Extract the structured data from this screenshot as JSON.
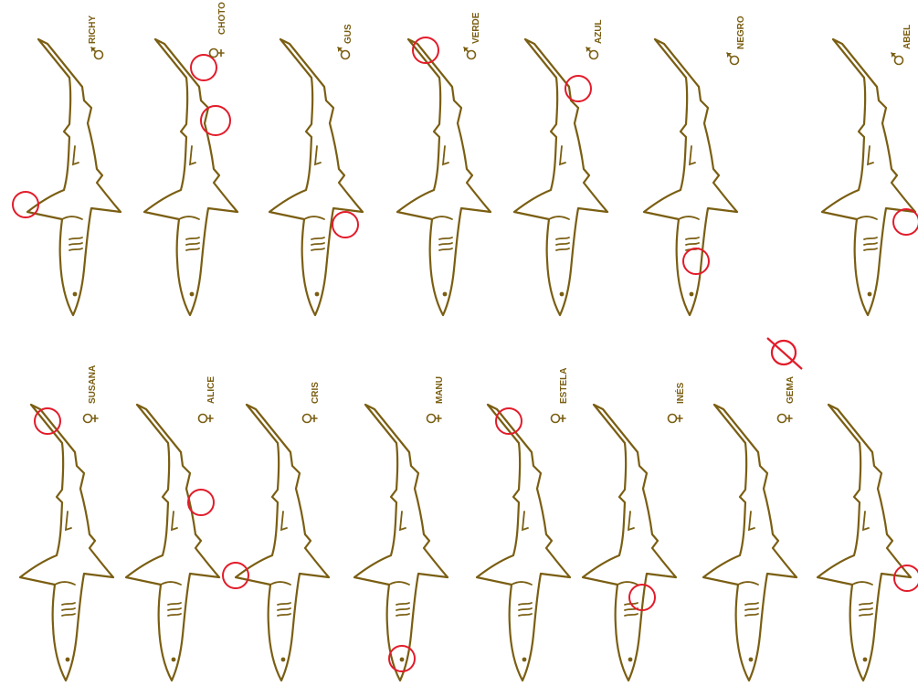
{
  "colors": {
    "outline": "#7a5e12",
    "marker": "#e21b2a",
    "background": "#ffffff"
  },
  "males": [
    {
      "name": "RICHY",
      "sex": "male"
    },
    {
      "name": "CHOTO",
      "sex": "female"
    },
    {
      "name": "GUS",
      "sex": "male"
    },
    {
      "name": "VERDE",
      "sex": "male"
    },
    {
      "name": "AZUL",
      "sex": "male"
    },
    {
      "name": "NEGRO",
      "sex": "male"
    },
    {
      "name": "ABEL",
      "sex": "male"
    }
  ],
  "females": [
    {
      "name": "SUSANA",
      "sex": "female"
    },
    {
      "name": "ALICE",
      "sex": "female"
    },
    {
      "name": "CRIS",
      "sex": "female"
    },
    {
      "name": "MANU",
      "sex": "female"
    },
    {
      "name": "ESTELA",
      "sex": "female"
    },
    {
      "name": "INÉS",
      "sex": "female"
    },
    {
      "name": "GEMA",
      "sex": "female"
    },
    {
      "name": "",
      "sex": "unknown"
    }
  ],
  "icons": {
    "male": "male-symbol-icon",
    "female": "female-symbol-icon",
    "unknown": "no-sex-symbol-icon",
    "marker": "red-circle-marker"
  }
}
